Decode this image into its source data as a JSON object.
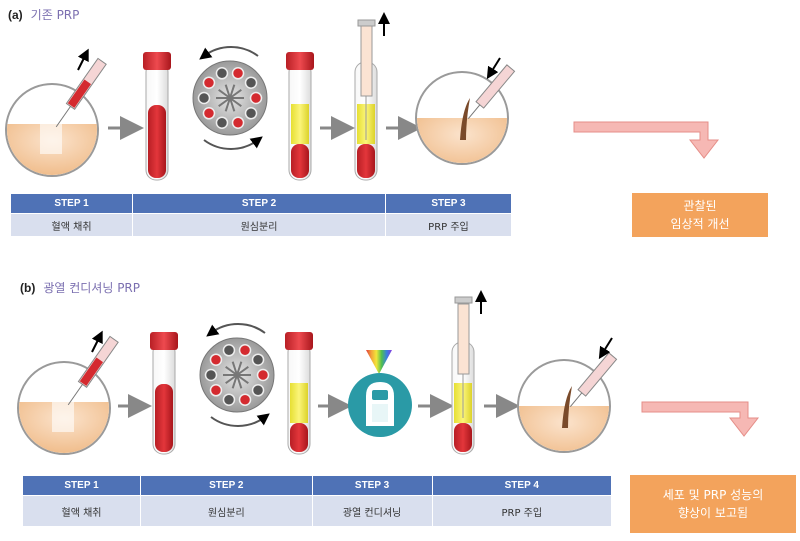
{
  "panel_a": {
    "label": "(a)",
    "title": "기존 PRP",
    "steps": [
      {
        "step": "STEP 1",
        "name": "혈액 채취"
      },
      {
        "step": "STEP 2",
        "name": "원심분리"
      },
      {
        "step": "STEP 3",
        "name": "PRP 주입"
      }
    ],
    "result": "관찰된\n임상적 개선"
  },
  "panel_b": {
    "label": "(b)",
    "title": "광열 컨디셔닝 PRP",
    "steps": [
      {
        "step": "STEP 1",
        "name": "혈액 채취"
      },
      {
        "step": "STEP 2",
        "name": "원심분리"
      },
      {
        "step": "STEP 3",
        "name": "광열 컨디셔닝"
      },
      {
        "step": "STEP 4",
        "name": "PRP 주입"
      }
    ],
    "result": "세포 및 PRP 성능의\n향상이 보고됨"
  },
  "colors": {
    "header_blue": "#4f72b6",
    "row_blue": "#d9dfee",
    "result_orange": "#f3a35c",
    "blood_red": "#d42a2f",
    "plasma_yellow": "#f2ec4a",
    "skin": "#f3c9a3",
    "device_teal": "#2a9aa6",
    "arrow_pink": "#f6b8b4",
    "title_purple": "#7b6fb0"
  }
}
